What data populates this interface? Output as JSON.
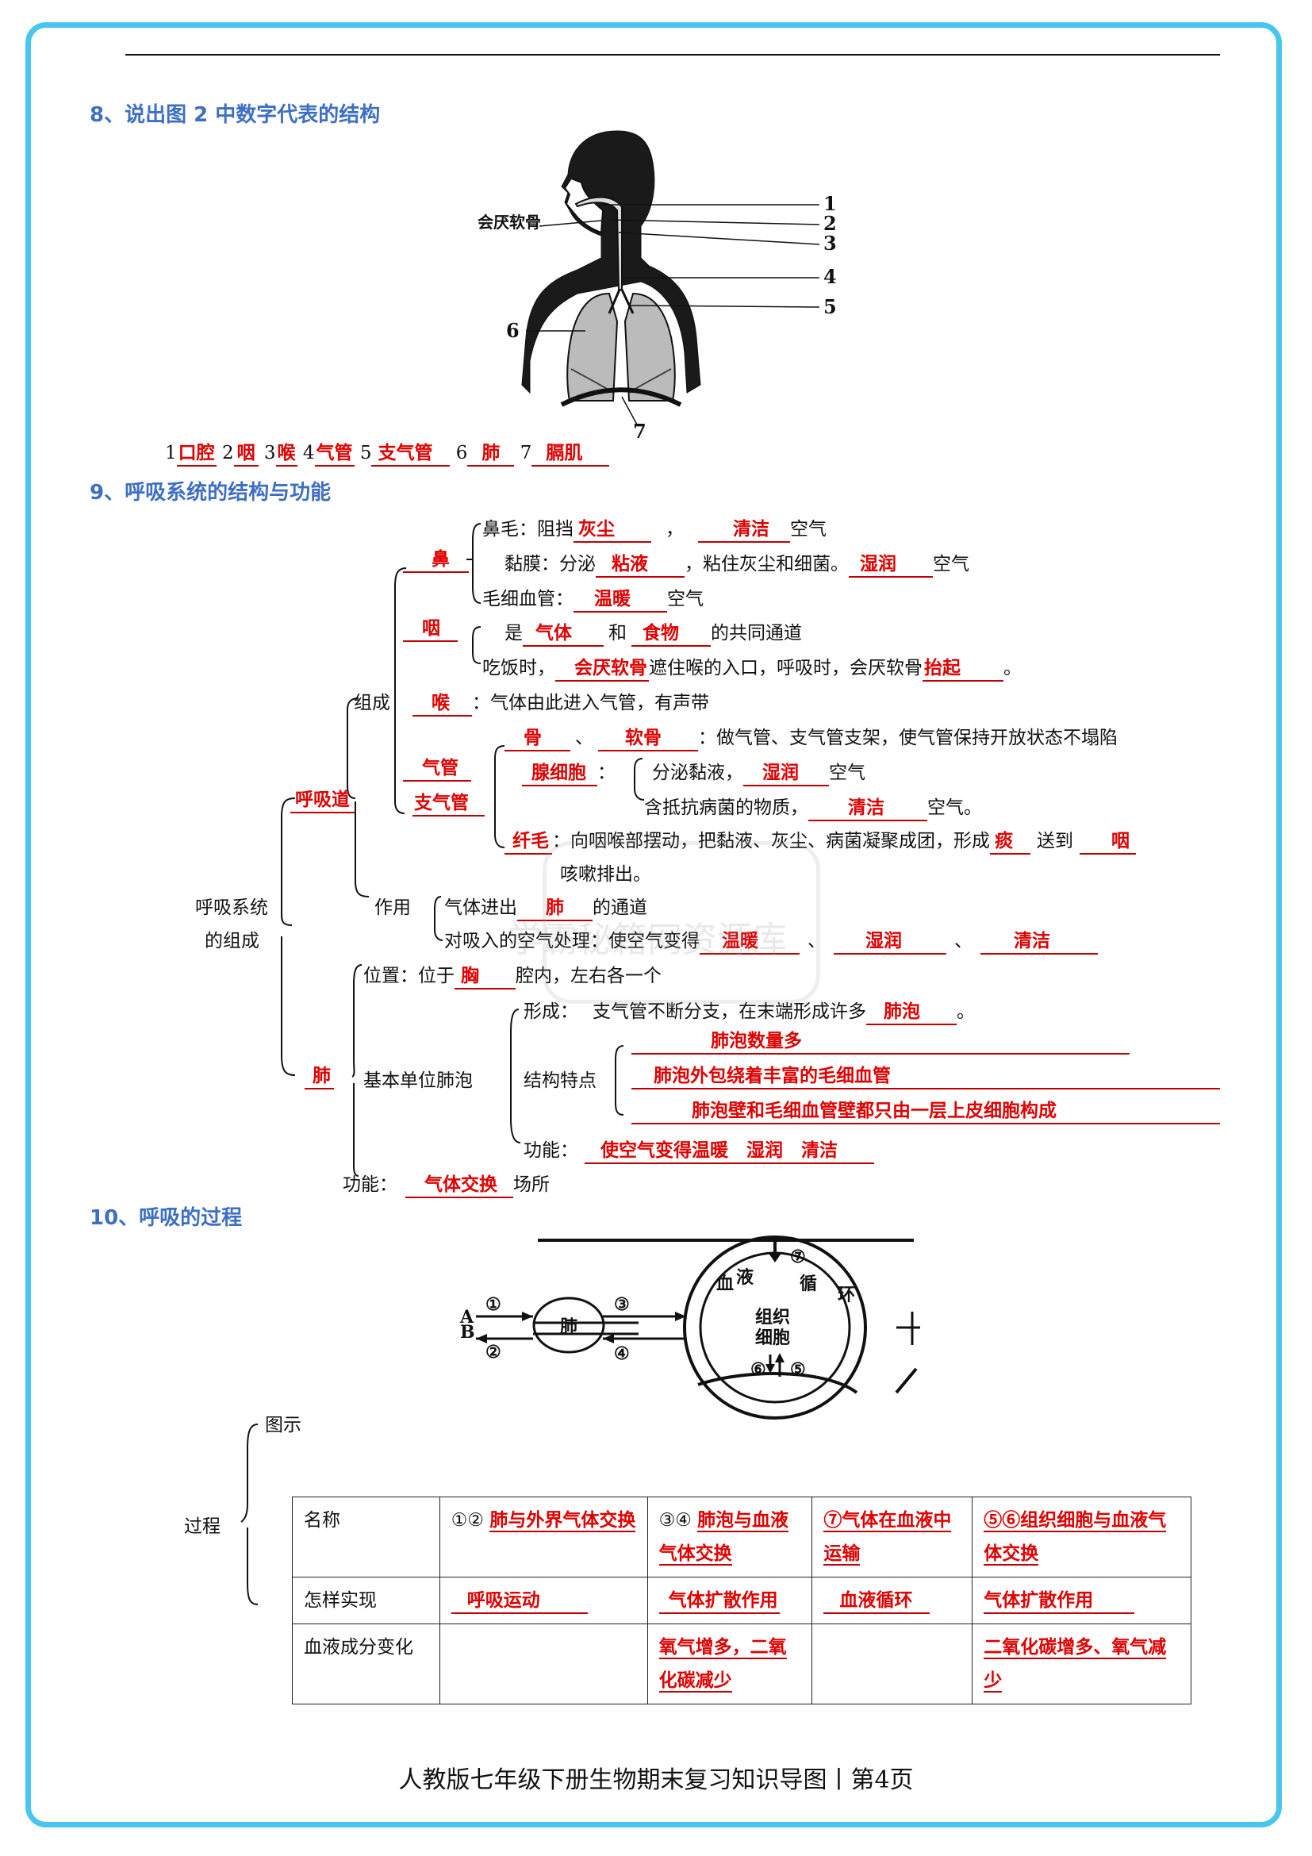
{
  "sec8": {
    "heading": "8、说出图 2 中数字代表的结构",
    "diagram": {
      "label_epiglottis": "会厌软骨",
      "n1": "1",
      "n2": "2",
      "n3": "3",
      "n4": "4",
      "n5": "5",
      "n6": "6",
      "n7": "7"
    },
    "answers": [
      {
        "num": "1",
        "ans": "口腔"
      },
      {
        "num": "2",
        "ans": "咽"
      },
      {
        "num": "3",
        "ans": "喉"
      },
      {
        "num": "4",
        "ans": "气管"
      },
      {
        "num": "5",
        "ans": "支气管"
      },
      {
        "num": "6",
        "ans": "肺"
      },
      {
        "num": "7",
        "ans": "膈肌"
      }
    ]
  },
  "sec9": {
    "heading": "9、呼吸系统的结构与功能",
    "root_line1": "呼吸系统",
    "root_line2": "的组成",
    "respiratory_tract": "呼吸道",
    "zucheng": "组成",
    "zuoyong": "作用",
    "nose": {
      "label": "鼻",
      "hair_a": "鼻毛：阻挡",
      "hair_ans1": "灰尘",
      "hair_comma": "，",
      "hair_ans2": "清洁",
      "hair_tail": "空气",
      "mucosa_a": "黏膜：分泌",
      "mucosa_ans1": "粘液",
      "mucosa_b": "，粘住灰尘和细菌。",
      "mucosa_ans2": "湿润",
      "mucosa_tail": "空气",
      "cap_a": "毛细血管：",
      "cap_ans": "温暖",
      "cap_tail": "空气"
    },
    "pharynx": {
      "label": "咽",
      "l1_a": "是",
      "l1_ans1": "气体",
      "l1_b": "和",
      "l1_ans2": "食物",
      "l1_tail": "的共同通道",
      "l2_a": "吃饭时，",
      "l2_ans1": "会厌软骨",
      "l2_b": "遮住喉的入口，呼吸时，会厌软骨",
      "l2_ans2": "抬起",
      "l2_tail": "。"
    },
    "larynx": {
      "label": "喉",
      "text": "：气体由此进入气管，有声带"
    },
    "trachea": {
      "label1": "气管",
      "label2": "支气管",
      "bone_ans1": "骨",
      "bone_sep": "、",
      "bone_ans2": "软骨",
      "bone_text": "：做气管、支气管支架，使气管保持开放状态不塌陷",
      "gland": "腺细胞",
      "gland_colon": "：",
      "g1_a": "分泌黏液，",
      "g1_ans": "湿润",
      "g1_tail": "空气",
      "g2_a": "含抵抗病菌的物质，",
      "g2_ans": "清洁",
      "g2_tail": "空气。",
      "cilia": "纤毛",
      "cilia_a": "：向咽喉部摆动，把黏液、灰尘、病菌凝聚成团，形成",
      "cilia_ans1": "痰",
      "cilia_b": "送到",
      "cilia_ans2": "咽",
      "cilia_l2": "咳嗽排出。"
    },
    "function": {
      "l1_a": "气体进出",
      "l1_ans": "肺",
      "l1_tail": "的通道",
      "l2_a": "对吸入的空气处理：使空气变得",
      "l2_ans1": "温暖",
      "sep": "、",
      "l2_ans2": "湿润",
      "l2_ans3": "清洁"
    },
    "lung": {
      "label": "肺",
      "pos_a": "位置：位于",
      "pos_ans": "胸",
      "pos_tail": "腔内，左右各一个",
      "unit": "基本单位肺泡",
      "form_a": "形成：",
      "form_b": "支气管不断分支，在末端形成许多",
      "form_ans": "肺泡",
      "form_tail": "。",
      "struct": "结构特点",
      "s1": "肺泡数量多",
      "s2": "肺泡外包绕着丰富的毛细血管",
      "s3": "肺泡壁和毛细血管壁都只由一层上皮细胞构成",
      "func_a": "功能：",
      "func_ans": "使空气变得温暖　湿润　清洁",
      "lf_a": "功能：",
      "lf_ans": "气体交换",
      "lf_tail": "场所"
    }
  },
  "sec10": {
    "heading": "10、呼吸的过程",
    "diagram": {
      "c1": "①",
      "c2": "②",
      "c3": "③",
      "c4": "④",
      "c5": "⑤",
      "c6": "⑥",
      "c7": "⑦",
      "A": "A",
      "B": "B",
      "lung": "肺",
      "blood_circ": [
        "血",
        "液",
        "循",
        "环"
      ],
      "tissue1": "组织",
      "tissue2": "细胞"
    },
    "process": "过程",
    "tushi": "图示",
    "table": {
      "row1": {
        "h": "名称",
        "c1_a": "①②",
        "c1_ans": "肺与外界气体交换",
        "c2_a": "③④",
        "c2_ans": "肺泡与血液气体交换",
        "c3_ans": "⑦气体在血液中运输",
        "c4_ans": "⑤⑥组织细胞与血液气体交换"
      },
      "row2": {
        "h": "怎样实现",
        "c1": "呼吸运动",
        "c2": "气体扩散作用",
        "c3": "血液循环",
        "c4": "气体扩散作用"
      },
      "row3": {
        "h": "血液成分变化",
        "c1": "",
        "c2": "氧气增多，二氧化碳减少",
        "c3": "",
        "c4": "二氧化碳增多、氧气减少"
      }
    }
  },
  "watermark": "学霸秘籍网资源库",
  "footer": "人教版七年级下册生物期末复习知识导图丨第4页"
}
